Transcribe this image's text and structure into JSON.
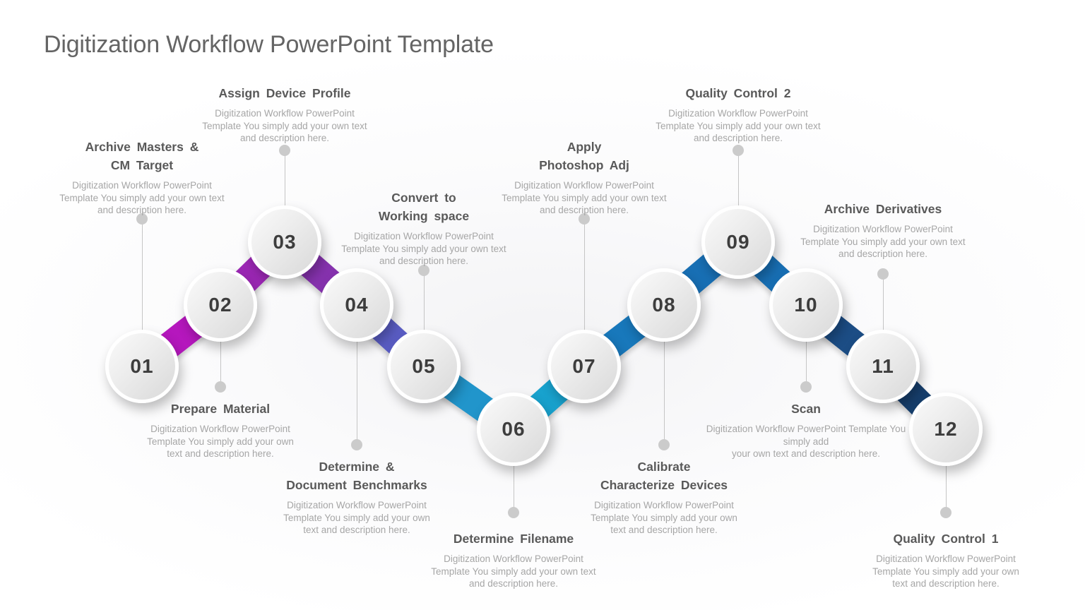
{
  "slide": {
    "title": "Digitization Workflow PowerPoint Template"
  },
  "steps": [
    {
      "number": "01",
      "title": "Archive Masters &\nCM Target",
      "description": "Digitization Workflow PowerPoint\nTemplate You simply add your own text\nand description here."
    },
    {
      "number": "02",
      "title": "Prepare Material",
      "description": "Digitization Workflow PowerPoint\nTemplate You simply add your own\ntext and description here."
    },
    {
      "number": "03",
      "title": "Assign Device Profile",
      "description": "Digitization Workflow PowerPoint\nTemplate You simply add your own text\nand description here."
    },
    {
      "number": "04",
      "title": "Determine &\nDocument Benchmarks",
      "description": "Digitization Workflow PowerPoint\nTemplate You simply add your own\ntext and description here."
    },
    {
      "number": "05",
      "title": "Convert to\nWorking space",
      "description": "Digitization Workflow PowerPoint\nTemplate You simply add your own text\nand description here."
    },
    {
      "number": "06",
      "title": "Determine Filename",
      "description": "Digitization Workflow PowerPoint\nTemplate You simply add your own text\nand description here."
    },
    {
      "number": "07",
      "title": "Apply\nPhotoshop Adj",
      "description": "Digitization Workflow PowerPoint\nTemplate You simply add your own text\nand description here."
    },
    {
      "number": "08",
      "title": "Calibrate\nCharacterize Devices",
      "description": "Digitization Workflow PowerPoint\nTemplate You simply add your own\ntext and description here."
    },
    {
      "number": "09",
      "title": "Quality Control 2",
      "description": "Digitization Workflow PowerPoint\nTemplate You simply add your own text\nand description here."
    },
    {
      "number": "10",
      "title": "Scan",
      "description": "Digitization Workflow PowerPoint Template You\nsimply add\nyour own text and description here."
    },
    {
      "number": "11",
      "title": "Archive Derivatives",
      "description": "Digitization Workflow PowerPoint\nTemplate You simply add your own text\nand description here."
    },
    {
      "number": "12",
      "title": "Quality Control 1",
      "description": "Digitization Workflow PowerPoint\nTemplate You simply add your own\ntext and description here."
    }
  ],
  "colors": {
    "connectors": [
      "#b517bd",
      "#9c27b5",
      "#8632ae",
      "#5a5dc4",
      "#2195cb",
      "#18a2ce",
      "#1878bb",
      "#186fb4",
      "#186fb4",
      "#1c4d85",
      "#173f6d"
    ],
    "slide_title": "#646464",
    "step_title": "#595959",
    "step_description": "#a6a6a6",
    "step_number": "#3d3d3d",
    "circle_fill": "#e6e6e6",
    "leader": "#c5c5c5"
  }
}
